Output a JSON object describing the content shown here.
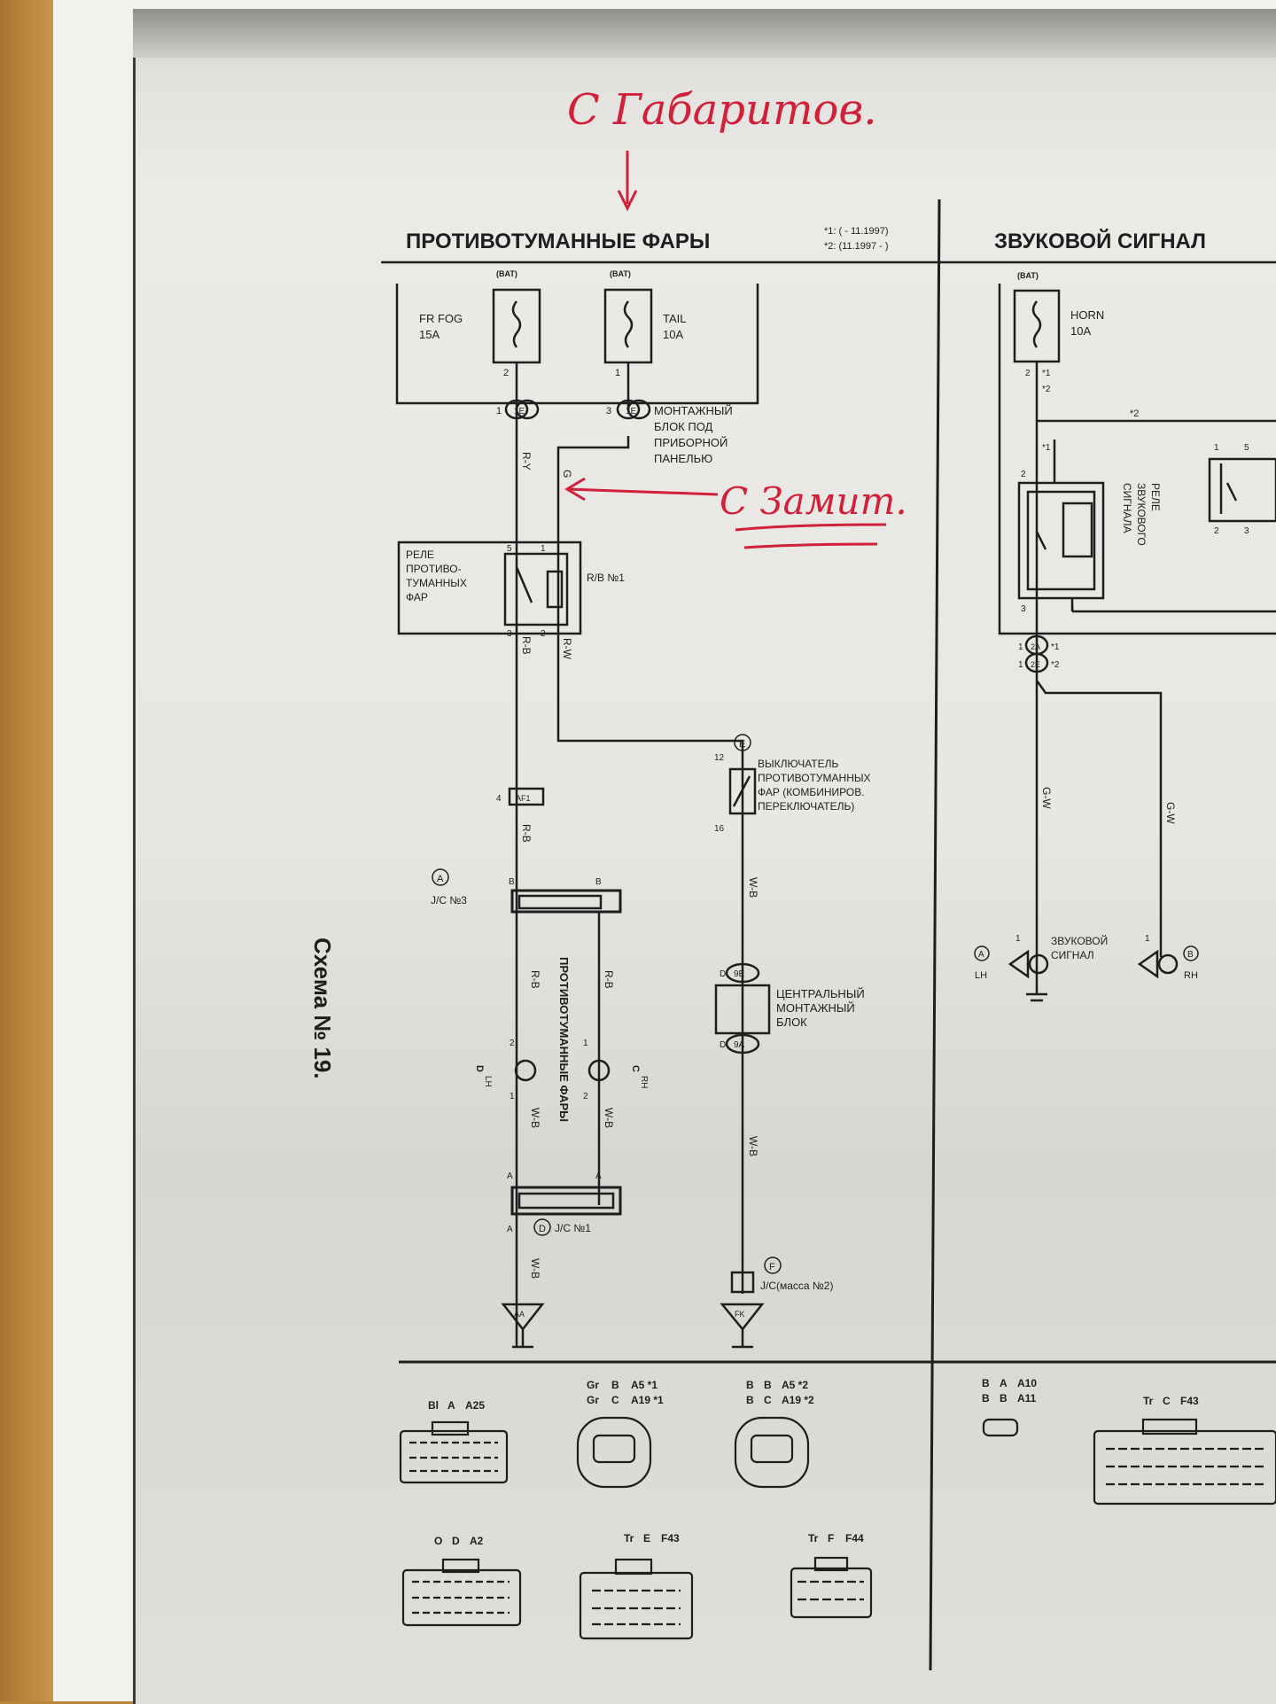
{
  "annotations": {
    "top": "С Габаритов.",
    "side": "С Замит."
  },
  "left_section": {
    "title": "ПРОТИВОТУМАННЫЕ ФАРЫ",
    "note1": "*1: ( - 11.1997)",
    "note2": "*2: (11.1997 - )",
    "fuse1": {
      "bat": "(BAT)",
      "name": "FR FOG",
      "amp": "15A",
      "pin": "2"
    },
    "fuse2": {
      "bat": "(BAT)",
      "name": "TAIL",
      "amp": "10A",
      "pin": "1"
    },
    "conn1": "1",
    "conn1_id": "1E",
    "conn2": "3",
    "conn2_id": "1E",
    "junction_block": [
      "МОНТАЖНЫЙ",
      "БЛОК ПОД",
      "ПРИБОРНОЙ",
      "ПАНЕЛЬЮ"
    ],
    "wire_ry": "R-Y",
    "wire_g": "G",
    "relay_label": [
      "РЕЛЕ",
      "ПРОТИВО-",
      "ТУМАННЫХ",
      "ФАР"
    ],
    "relay_block": "R/B №1",
    "relay_pins": [
      "5",
      "1",
      "3",
      "2"
    ],
    "wire_rb": "R-B",
    "wire_rw": "R-W",
    "conn_af": "4",
    "conn_af_id": "AF1",
    "wire_rb2": "R-B",
    "switch_marker": "E",
    "switch_pins": [
      "12",
      "16"
    ],
    "switch_label": [
      "ВЫКЛЮЧАТЕЛЬ",
      "ПРОТИВОТУМАННЫХ",
      "ФАР (КОМБИНИРОВ.",
      "ПЕРЕКЛЮЧАТЕЛЬ)"
    ],
    "wire_wb": "W-B",
    "jc3_marker": "A",
    "jc3_label": "J/C №3",
    "jc_pin": "B",
    "fog_lamps_label": "ПРОТИВОТУМАННЫЕ ФАРЫ",
    "lamp_lh": "LH",
    "lamp_rh": "RH",
    "lamp_lh_marker": "D",
    "lamp_rh_marker": "C",
    "lamp_pins": [
      "2",
      "1"
    ],
    "central_block": [
      "ЦЕНТРАЛЬНЫЙ",
      "МОНТАЖНЫЙ",
      "БЛОК"
    ],
    "cb_conn1": "9E",
    "cb_conn2": "9A",
    "cb_pins": [
      "D",
      "D"
    ],
    "jc1_marker": "D",
    "jc1_label": "J/C №1",
    "jc1_pin": "A",
    "jc_mass_marker": "F",
    "jc_mass_label": "J/C(масса №2)",
    "ground_aa": "AA",
    "ground_fk": "FK",
    "scheme_label": "Схема № 19."
  },
  "right_section": {
    "title": "ЗВУКОВОЙ СИГНАЛ",
    "fuse": {
      "bat": "(BAT)",
      "name": "HORN",
      "amp": "10A",
      "pins": [
        "2",
        "*1",
        "*2"
      ]
    },
    "relay_label": [
      "РЕЛЕ",
      "ЗВУКОВОГО",
      "СИГНАЛА"
    ],
    "star1": "*1",
    "star2": "*2",
    "relay_pins": [
      "2",
      "3",
      "1",
      "1",
      "5",
      "2",
      "3"
    ],
    "conn_2a": "2A",
    "conn_2e": "2E",
    "conn_pins": [
      "1",
      "1"
    ],
    "wire_gw": "G-W",
    "horn_label": [
      "ЗВУКОВОЙ",
      "СИГНАЛ"
    ],
    "horn_lh": "LH",
    "horn_rh": "RH",
    "horn_lh_marker": "A",
    "horn_rh_marker": "B",
    "horn_pin": "1"
  },
  "connectors_left": [
    {
      "label": "Bl",
      "marker": "A",
      "id": "A25"
    },
    {
      "label": "Gr",
      "marker": "B",
      "id": "A5  *1",
      "label2": "Gr",
      "marker2": "C",
      "id2": "A19  *1"
    },
    {
      "label": "B",
      "marker": "B",
      "id": "A5  *2",
      "label2": "B",
      "marker2": "C",
      "id2": "A19  *2"
    },
    {
      "label": "O",
      "marker": "D",
      "id": "A2"
    },
    {
      "label": "Tr",
      "marker": "E",
      "id": "F43"
    },
    {
      "label": "Tr",
      "marker": "F",
      "id": "F44"
    }
  ],
  "connectors_right": [
    {
      "label": "B",
      "marker": "A",
      "id": "A10",
      "label2": "B",
      "marker2": "B",
      "id2": "A11"
    },
    {
      "label": "Tr",
      "marker": "C",
      "id": "F43"
    }
  ]
}
